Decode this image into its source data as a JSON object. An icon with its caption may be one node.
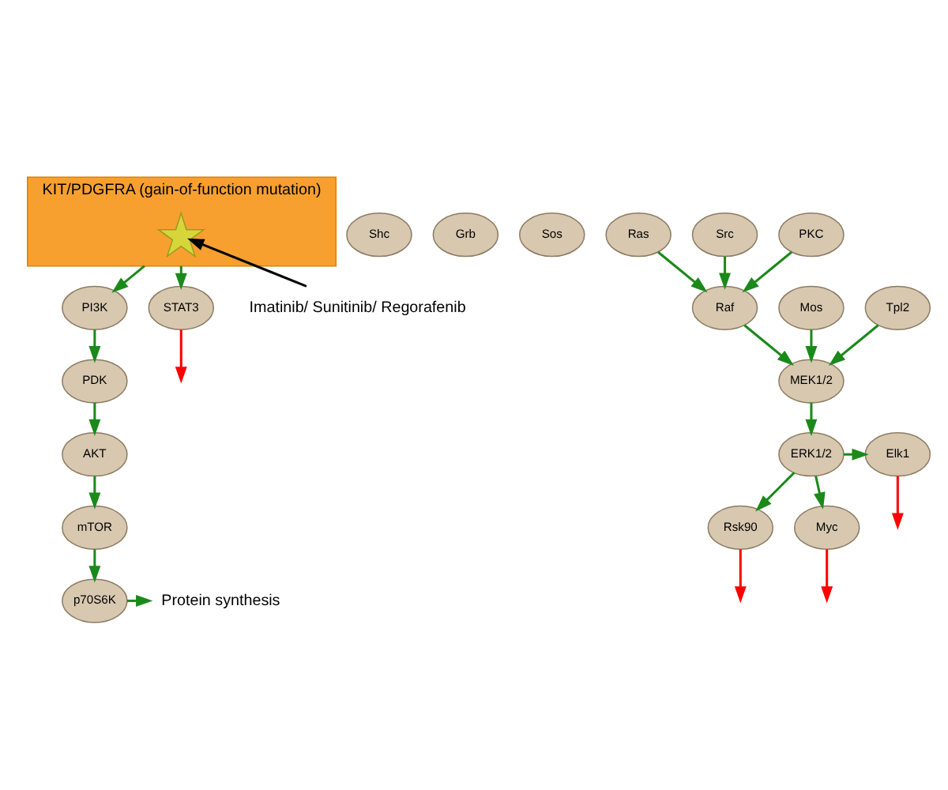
{
  "diagram": {
    "nodes": [
      {
        "text": [
          "KIT/PDGFRA (gain-of-function mutation)"
        ]
      },
      {
        "text": [],
        "shape": "star",
        "in": 0
      },
      {
        "text": [
          "Shc"
        ]
      },
      {
        "text": [
          "Grb"
        ]
      },
      {
        "text": [
          "Sos"
        ]
      },
      {
        "text": [
          "Ras"
        ]
      },
      {
        "text": [
          "Src"
        ]
      },
      {
        "text": [
          "PKC"
        ]
      },
      {
        "text": [
          "Raf"
        ]
      },
      {
        "text": [
          "Mos"
        ]
      },
      {
        "text": [
          "Tpl2"
        ]
      },
      {
        "text": [
          "MEK1/2"
        ]
      },
      {
        "text": [
          "ERK1/2"
        ]
      },
      {
        "text": [
          "Elk1"
        ]
      },
      {
        "text": [
          "Rsk90"
        ]
      },
      {
        "text": [
          "Myc"
        ]
      },
      {
        "text": [
          "PI3K"
        ]
      },
      {
        "text": [
          "PDK"
        ]
      },
      {
        "text": [
          "AKT"
        ]
      },
      {
        "text": [
          "mTOR"
        ]
      },
      {
        "text": [
          "p70S6K"
        ]
      },
      {
        "text": [
          "Protein synthesis"
        ]
      },
      {
        "text": [
          "STAT3"
        ]
      },
      {
        "text": [
          "Imatinib/ Sunitinib/ Regorafenib"
        ]
      }
    ],
    "edges": [
      {
        "from": 0,
        "to": 16,
        "arrow": "to"
      },
      {
        "from": 0,
        "to": 22,
        "arrow": "to"
      },
      {
        "from": 23,
        "to": 1,
        "arrow": "to",
        "color": "#000000"
      },
      {
        "from": 5,
        "to": 8,
        "arrow": "to"
      },
      {
        "from": 6,
        "to": 8,
        "arrow": "to"
      },
      {
        "from": 7,
        "to": 8,
        "arrow": "to"
      },
      {
        "from": 8,
        "to": 11,
        "arrow": "to"
      },
      {
        "from": 9,
        "to": 11,
        "arrow": "to"
      },
      {
        "from": 10,
        "to": 11,
        "arrow": "to"
      },
      {
        "from": 11,
        "to": 12,
        "arrow": "to"
      },
      {
        "from": 12,
        "to": 13,
        "arrow": "to"
      },
      {
        "from": 12,
        "to": 14,
        "arrow": "to"
      },
      {
        "from": 12,
        "to": 15,
        "arrow": "to"
      },
      {
        "from": 16,
        "to": 17,
        "arrow": "to"
      },
      {
        "from": 17,
        "to": 18,
        "arrow": "to"
      },
      {
        "from": 18,
        "to": 19,
        "arrow": "to"
      },
      {
        "from": 19,
        "to": 20,
        "arrow": "to"
      },
      {
        "from": 20,
        "to": 21,
        "arrow": "to"
      },
      {
        "from": 22,
        "to": null,
        "arrow": "to",
        "color": "#ff0000"
      },
      {
        "from": 13,
        "to": null,
        "arrow": "to",
        "color": "#ff0000"
      },
      {
        "from": 14,
        "to": null,
        "arrow": "to",
        "color": "#ff0000"
      },
      {
        "from": 15,
        "to": null,
        "arrow": "to",
        "color": "#ff0000"
      }
    ]
  }
}
